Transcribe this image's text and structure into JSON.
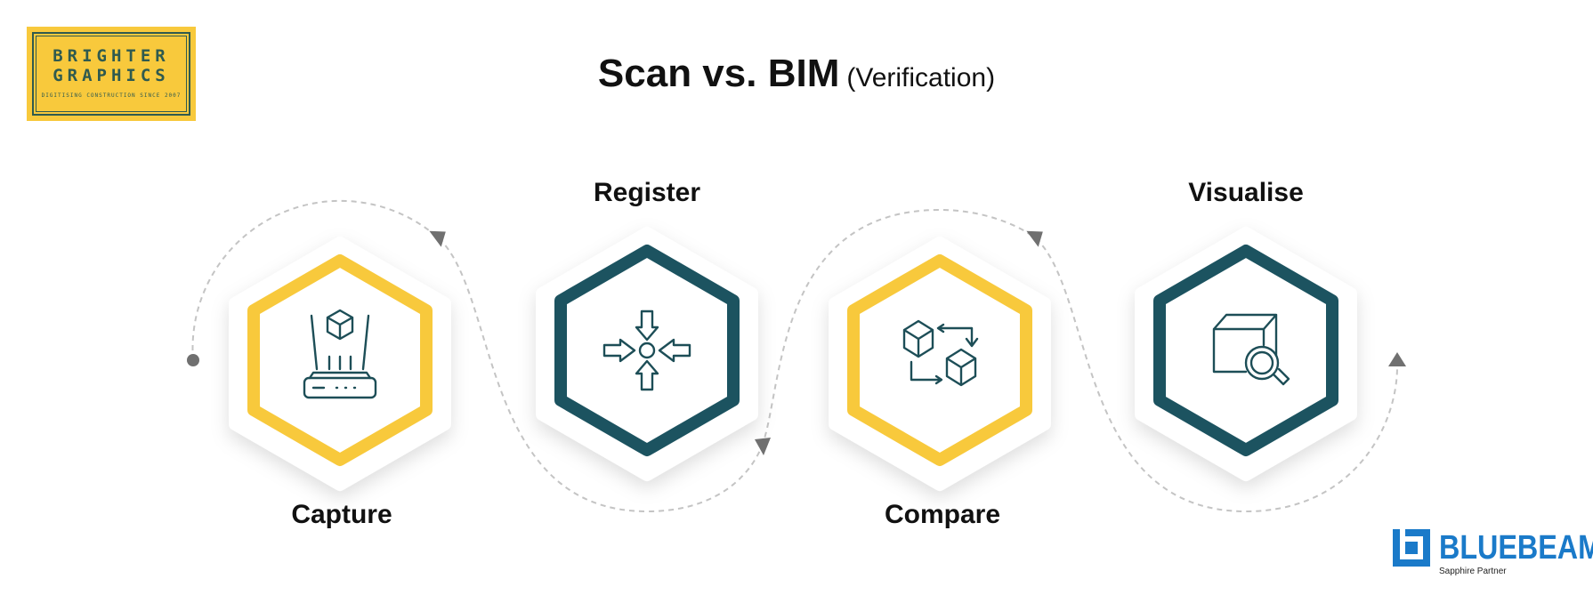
{
  "logo": {
    "line1": "BRIGHTER",
    "line2": "GRAPHICS",
    "tagline": "DIGITISING CONSTRUCTION SINCE 2007"
  },
  "title": {
    "main": "Scan vs. BIM",
    "sub": "(Verification)"
  },
  "steps": [
    {
      "label": "Capture",
      "icon": "scanner-cube-icon",
      "color": "#F8C93C"
    },
    {
      "label": "Register",
      "icon": "converging-arrows-icon",
      "color": "#1C5360"
    },
    {
      "label": "Compare",
      "icon": "cubes-exchange-icon",
      "color": "#F8C93C"
    },
    {
      "label": "Visualise",
      "icon": "cube-magnifier-icon",
      "color": "#1C5360"
    }
  ],
  "partner": {
    "name": "BLUEBEAM",
    "level": "Sapphire Partner",
    "color": "#1a7ac9"
  },
  "colors": {
    "icon": "#1d4e57",
    "path": "#c4c4c4",
    "arrow": "#707070"
  }
}
